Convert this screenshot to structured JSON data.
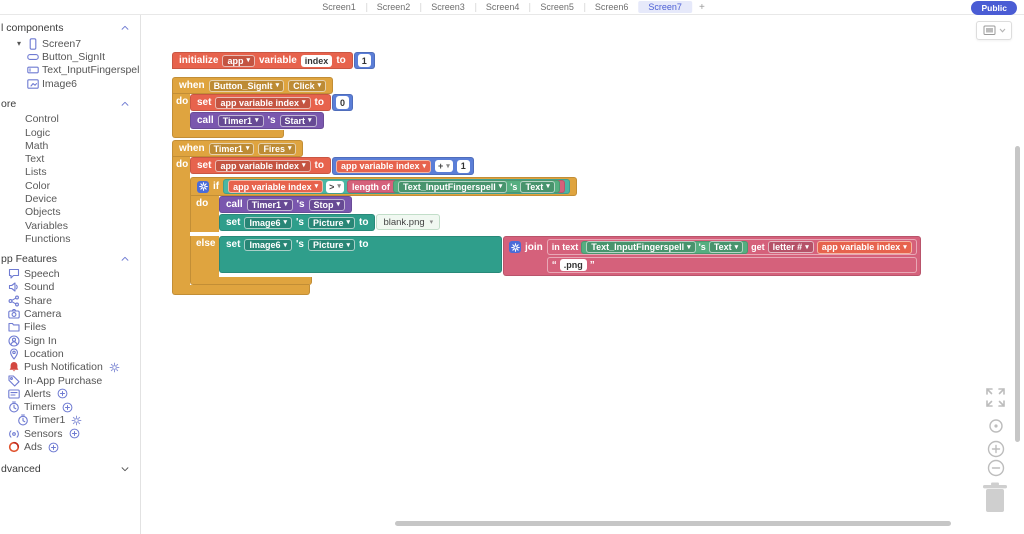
{
  "topbar": {
    "tabs": [
      {
        "label": "Screen1"
      },
      {
        "label": "Screen2"
      },
      {
        "label": "Screen3"
      },
      {
        "label": "Screen4"
      },
      {
        "label": "Screen5"
      },
      {
        "label": "Screen6"
      }
    ],
    "active_tab": "Screen7",
    "add_tab": "+",
    "public_button": "Public"
  },
  "sidebar": {
    "components_section": {
      "title": "l components"
    },
    "component_tree": [
      {
        "label": "Screen7"
      },
      {
        "label": "Button_SignIt"
      },
      {
        "label": "Text_InputFingerspell"
      },
      {
        "label": "Image6"
      }
    ],
    "core_section": {
      "title": "ore",
      "items": [
        "Control",
        "Logic",
        "Math",
        "Text",
        "Lists",
        "Color",
        "Device",
        "Objects",
        "Variables",
        "Functions"
      ]
    },
    "features_section": {
      "title": "pp Features",
      "items": [
        {
          "label": "Speech"
        },
        {
          "label": "Sound"
        },
        {
          "label": "Share"
        },
        {
          "label": "Camera"
        },
        {
          "label": "Files"
        },
        {
          "label": "Sign In"
        },
        {
          "label": "Location"
        },
        {
          "label": "Push Notification"
        },
        {
          "label": "In-App Purchase"
        },
        {
          "label": "Alerts"
        },
        {
          "label": "Timers"
        },
        {
          "label": "Timer1"
        },
        {
          "label": "Sensors"
        },
        {
          "label": "Ads"
        }
      ]
    },
    "advanced_section": {
      "title": "dvanced"
    }
  },
  "blocks": {
    "initialize_variable": {
      "keyword": "initialize",
      "scope": "app",
      "variable_word": "variable",
      "name": "index",
      "to": "to",
      "value": "1"
    },
    "when_button_click": {
      "when": "when",
      "component": "Button_SignIt",
      "event": "Click",
      "do": "do",
      "set_index": {
        "set": "set",
        "variable": "app variable index",
        "to": "to",
        "value": "0"
      },
      "call_start": {
        "call": "call",
        "component": "Timer1",
        "apostrophe_s": "'s",
        "method": "Start"
      }
    },
    "when_timer_fires": {
      "when": "when",
      "component": "Timer1",
      "event": "Fires",
      "do": "do",
      "set_increment": {
        "set": "set",
        "variable": "app variable index",
        "to": "to"
      },
      "math_sum": {
        "variable": "app variable index",
        "operator": "+",
        "value": "1"
      },
      "if_block": {
        "if": "if",
        "do": "do",
        "else": "else"
      },
      "comparison": {
        "variable": "app variable index",
        "operator": ">"
      },
      "length_of": {
        "label": "length of"
      },
      "text_property": {
        "component": "Text_InputFingerspell",
        "apostrophe_s": "'s",
        "property": "Text"
      },
      "call_stop": {
        "call": "call",
        "component": "Timer1",
        "apostrophe_s": "'s",
        "method": "Stop"
      },
      "set_picture_blank": {
        "set": "set",
        "component": "Image6",
        "apostrophe_s": "'s",
        "property": "Picture",
        "to": "to",
        "file": "blank.png"
      },
      "set_picture_join": {
        "set": "set",
        "component": "Image6",
        "apostrophe_s": "'s",
        "property": "Picture",
        "to": "to"
      },
      "join": {
        "label": "join"
      },
      "in_text": {
        "in_text": "in text",
        "get": "get",
        "mode": "letter #",
        "source": {
          "component": "Text_InputFingerspell",
          "apostrophe_s": "'s",
          "property": "Text"
        },
        "index_variable": "app variable index"
      },
      "text_literal": {
        "open_quote": "“",
        "value": ".png",
        "close_quote": "”"
      }
    }
  },
  "colors": {
    "accent": "#4a5cd4",
    "variable_block": "#e7634d",
    "event_block": "#dfa43f",
    "call_block": "#7a57ae",
    "math_block": "#5b7ed7",
    "logic_block": "#4bb6a3",
    "property_block": "#55ae80",
    "text_block": "#d5617b",
    "component_set_block": "#2f9e8b"
  }
}
